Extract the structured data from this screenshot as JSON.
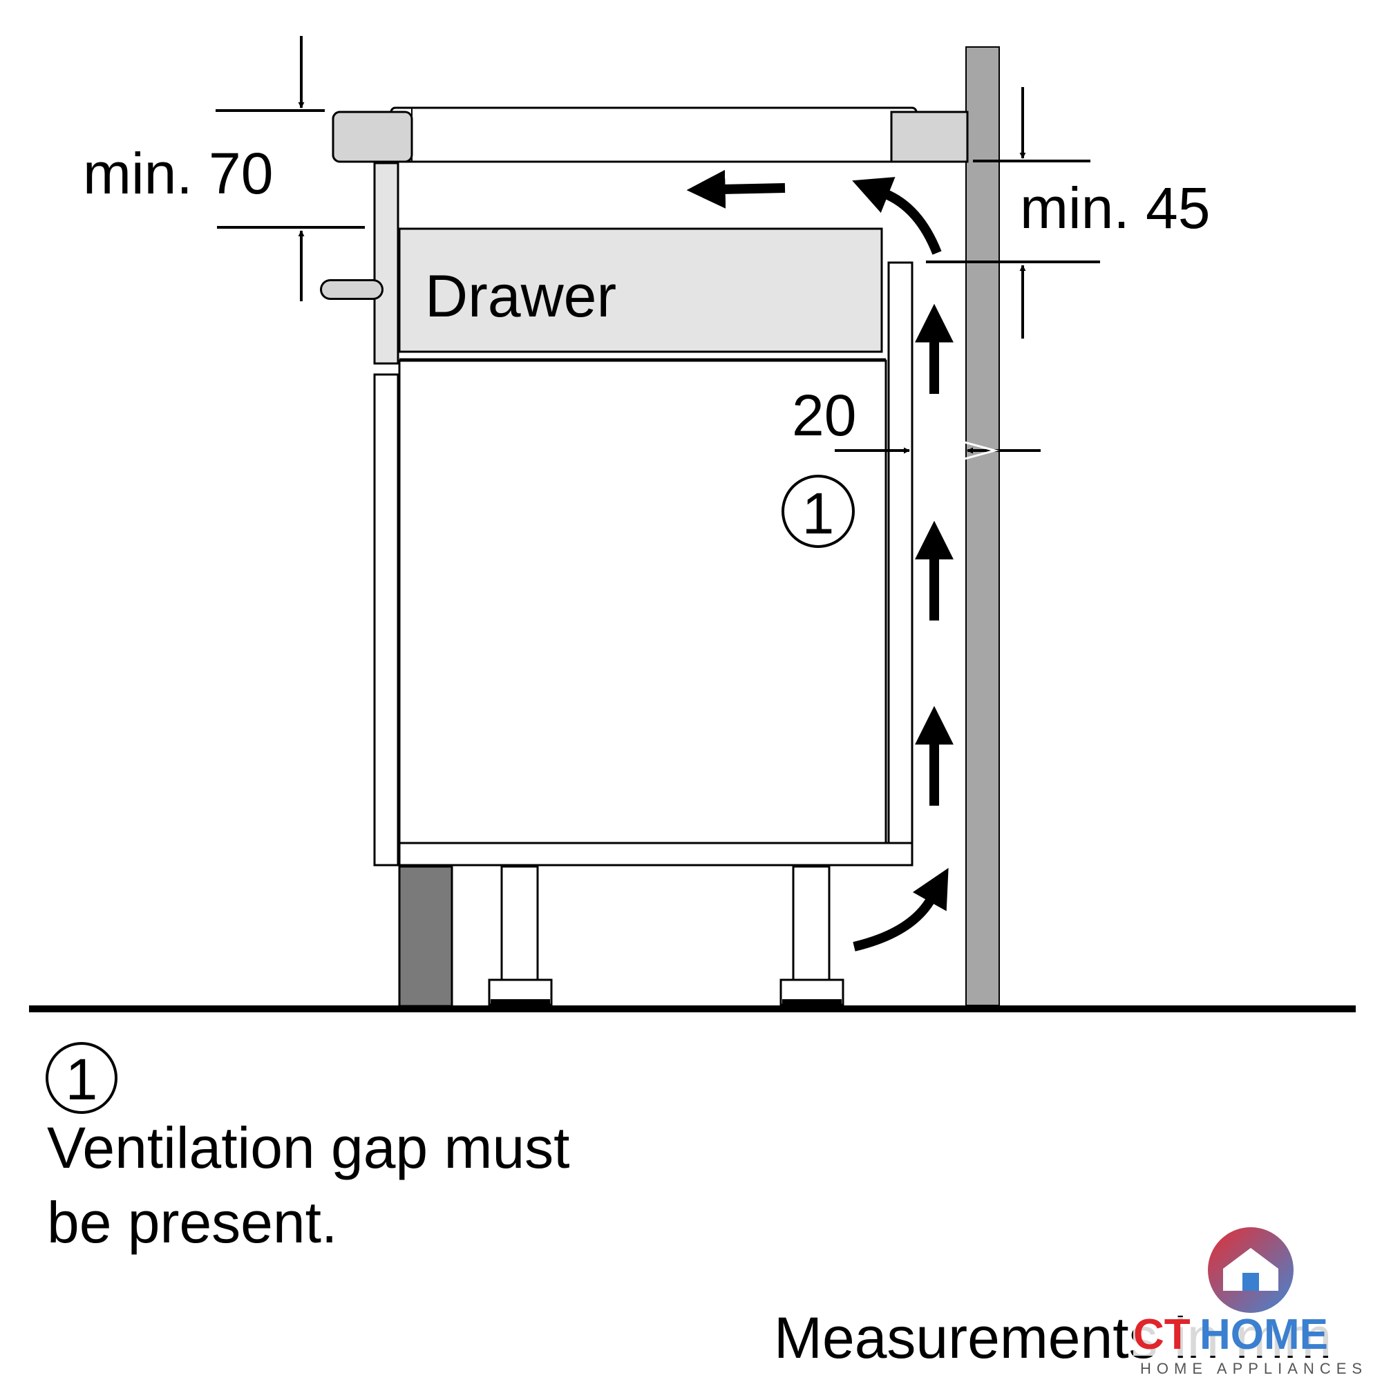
{
  "dimensions": {
    "worktop_clearance": "min. 70",
    "wall_gap_top": "min. 45",
    "wall_gap_side": "20"
  },
  "labels": {
    "drawer": "Drawer",
    "callout_number": "1",
    "legend_number": "1",
    "legend_line1": "Ventilation gap must",
    "legend_line2": "be present.",
    "measurement_note": "Measurements in mm"
  },
  "watermark": {
    "brand_red": "CT",
    "brand_blue": "HOME",
    "tagline": "HOME APPLIANCES"
  },
  "colors": {
    "line": "#000000",
    "panel_light": "#e4e4e4",
    "panel_mid": "#d4d4d4",
    "wall": "#a6a6a6",
    "plinth": "#7a7a7a",
    "brand_red": "#e0252b",
    "brand_blue": "#3a7fd0"
  }
}
